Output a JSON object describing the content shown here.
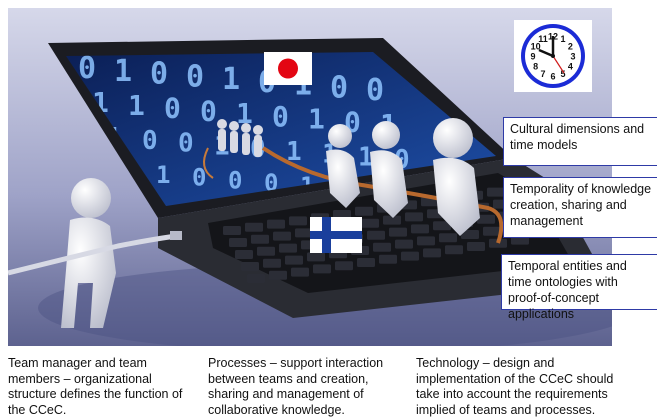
{
  "callouts": {
    "culture": "Cultural dimensions and time models",
    "knowledge": "Temporality of knowledge creation, sharing and management",
    "ontologies": "Temporal entities and time ontologies  with proof-of-concept applications"
  },
  "captions": {
    "team": "Team manager and team\nmembers – organizational\nstructure defines the function of\nthe CCeC.",
    "process": "Processes – support interaction\nbetween teams and creation,\nsharing and management of\ncollaborative knowledge.",
    "technology": "Technology – design and\nimplementation of the CCeC should\ntake into account the requirements\nimplied of teams and processes."
  },
  "binary_digits": [
    "0",
    "1",
    "0",
    "0",
    "1",
    "0",
    "1",
    "0",
    "0",
    "1",
    "1",
    "0",
    "0",
    "1",
    "0",
    "1",
    "0",
    "1",
    "1",
    "0",
    "0",
    "1",
    "0",
    "1",
    "1",
    "1",
    "0",
    "0",
    "1",
    "0",
    "0",
    "0",
    "1",
    "1",
    "0",
    "1"
  ],
  "clock_numbers": [
    "12",
    "1",
    "2",
    "3",
    "4",
    "5",
    "6",
    "7",
    "8",
    "9",
    "10",
    "11"
  ],
  "colors": {
    "background_top": "#c8cae0",
    "background_bottom": "#6f74a6",
    "screen": "#0a2a6e",
    "digit": "#8fc4ff",
    "callout_border": "#2e3aa6",
    "clock_face": "#1b2bd6",
    "japan_red": "#e30613",
    "finland_blue": "#1a3f9c"
  }
}
